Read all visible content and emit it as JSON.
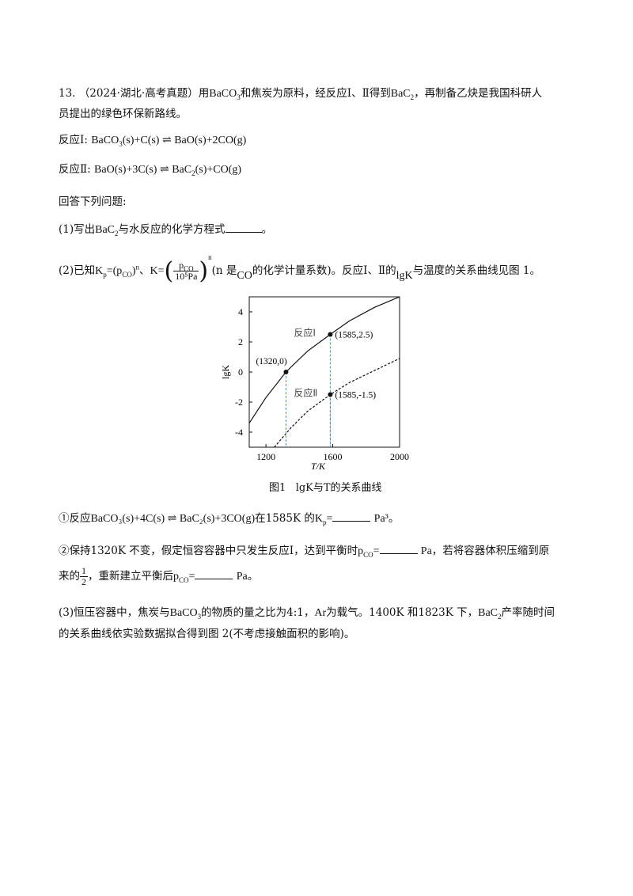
{
  "q13": {
    "num": "13.",
    "source": "（2024·湖北·高考真题）",
    "t1": "用",
    "baco3": "BaCO",
    "t2": "和焦炭为原料，经反应Ⅰ、Ⅱ得到",
    "bac2": "BaC",
    "t3": "，再制备乙炔是我国科研人",
    "t4": "员提出的绿色环保新路线。"
  },
  "reaction1": {
    "label": "反应Ⅰ:",
    "left": "BaCO",
    "left2": "(s)+C(s)",
    "arrow": "⇌",
    "right": "BaO(s)+2CO(g)"
  },
  "reaction2": {
    "label": "反应Ⅱ:",
    "left": "BaO(s)+3C(s)",
    "arrow": "⇌",
    "right1": "BaC",
    "right2": "(s)+CO(g)"
  },
  "answer_intro": "回答下列问题:",
  "p1": {
    "a": "(1)写出",
    "b": "BaC",
    "c": "与水反应的化学方程式",
    "d": "。"
  },
  "p2": {
    "a": "(2)已知",
    "kp": "K",
    "kp_sub": "p",
    "eq": "=(p",
    "co": "CO",
    "close": ")",
    "n": "n",
    "sep": "、",
    "k": "K=",
    "num": "p",
    "den": "10⁵Pa",
    "note1": "(n 是",
    "note_co": "CO",
    "note2": "的化学计量系数)。反应Ⅰ、Ⅱ的",
    "lgk": "lgK",
    "note3": "与温度的关系曲线见图 1。"
  },
  "chart_data": {
    "type": "line",
    "xlabel": "T/K",
    "ylabel": "lgK",
    "xlim": [
      1100,
      2000
    ],
    "ylim": [
      -5,
      5
    ],
    "xticks": [
      1200,
      1600,
      2000
    ],
    "yticks": [
      4,
      2,
      0,
      -2,
      -4
    ],
    "series": [
      {
        "name": "反应Ⅰ",
        "style": "solid",
        "x": [
          1100,
          1200,
          1320,
          1450,
          1585,
          1700,
          1850,
          2000
        ],
        "y": [
          -3.4,
          -1.7,
          0,
          1.4,
          2.5,
          3.4,
          4.3,
          5.0
        ]
      },
      {
        "name": "反应Ⅱ",
        "style": "dashed",
        "x": [
          1250,
          1350,
          1450,
          1585,
          1700,
          1850,
          2000
        ],
        "y": [
          -5.0,
          -3.7,
          -2.6,
          -1.5,
          -0.7,
          0.1,
          0.9
        ]
      }
    ],
    "points": [
      {
        "x": 1320,
        "y": 0,
        "label": "(1320,0)"
      },
      {
        "x": 1585,
        "y": 2.5,
        "label": "(1585,2.5)"
      },
      {
        "x": 1585,
        "y": -1.5,
        "label": "(1585,-1.5)"
      }
    ],
    "curve_labels": [
      "反应Ⅰ",
      "反应Ⅱ"
    ],
    "caption_a": "图1",
    "caption_b": "lgK与T的关系曲线"
  },
  "q_circ1": {
    "a": "①反应",
    "r": "BaCO₃(s)+4C(s) ⇌ BaC₂(s)+3CO(g)",
    "b": "在1585K 的",
    "kp": "K",
    "kp_sub": "p",
    "eq": "=",
    "unit": "Pa³",
    "end": "。"
  },
  "q_circ2": {
    "a": "②保持1320K 不变，假定恒容容器中只发生反应Ⅰ，达到平衡时",
    "p": "p",
    "co": "CO",
    "eq": "=",
    "pa": "Pa",
    "b": "，若将容器体积压缩到原",
    "c": "来的",
    "fnum": "1",
    "fden": "2",
    "d": "，重新建立平衡后",
    "e": "Pa",
    "end": "。"
  },
  "p3": {
    "a": "(3)恒压容器中，焦炭与",
    "baco3": "BaCO",
    "b": "的物质的量之比为4:1，",
    "ar": "Ar",
    "c": "为载气。1400K 和1823K 下，",
    "bac2": "BaC",
    "d": "产率随时间",
    "e": "的关系曲线依实验数据拟合得到图 2(不考虑接触面积的影响)。"
  }
}
